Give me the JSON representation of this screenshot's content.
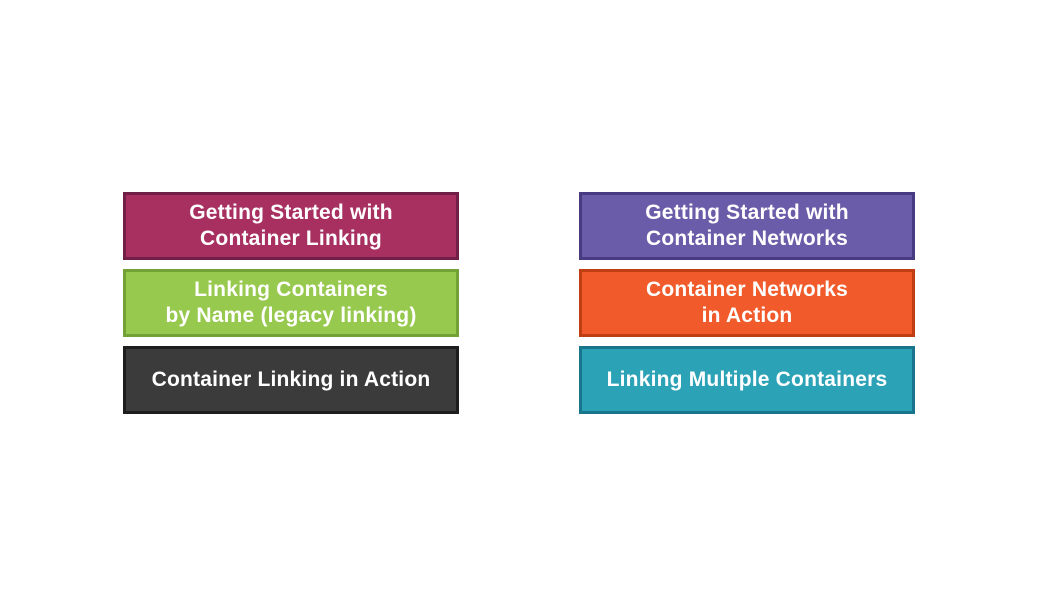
{
  "page": {
    "background": "#ffffff",
    "text_color": "#ffffff"
  },
  "columns": [
    {
      "name": "container-linking-modules",
      "cards": [
        {
          "lines": [
            "Getting Started with",
            "Container Linking"
          ],
          "fill": "#a73060",
          "border": "#711f47"
        },
        {
          "lines": [
            "Linking Containers",
            "by Name (legacy linking)"
          ],
          "fill": "#96c94e",
          "border": "#73a135"
        },
        {
          "lines": [
            "Container Linking in Action"
          ],
          "fill": "#3b3b3b",
          "border": "#1d1d1d"
        }
      ]
    },
    {
      "name": "container-networks-modules",
      "cards": [
        {
          "lines": [
            "Getting Started with",
            "Container Networks"
          ],
          "fill": "#6b5ca9",
          "border": "#483b82"
        },
        {
          "lines": [
            "Container Networks",
            "in Action"
          ],
          "fill": "#f15b2b",
          "border": "#bf3e12"
        },
        {
          "lines": [
            "Linking Multiple Containers"
          ],
          "fill": "#2ca2b6",
          "border": "#19758b"
        }
      ]
    }
  ]
}
